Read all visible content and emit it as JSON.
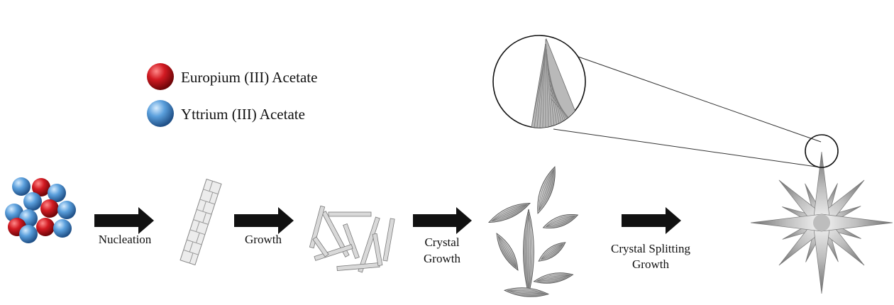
{
  "legend": {
    "items": [
      {
        "label": "Europium (III) Acetate",
        "color": "#c0141c",
        "icon": "red-sphere"
      },
      {
        "label": "Yttrium (III) Acetate",
        "color": "#4a90cf",
        "icon": "blue-sphere"
      }
    ]
  },
  "steps": [
    {
      "lines": [
        "Nucleation"
      ]
    },
    {
      "lines": [
        "Growth"
      ]
    },
    {
      "lines": [
        "Crystal",
        "Growth"
      ]
    },
    {
      "lines": [
        "Crystal Splitting",
        "Growth"
      ]
    }
  ],
  "colors": {
    "europium": "#c0141c",
    "yttrium": "#4a90cf",
    "arrow": "#111111",
    "crystal": "#c8c8c8"
  }
}
